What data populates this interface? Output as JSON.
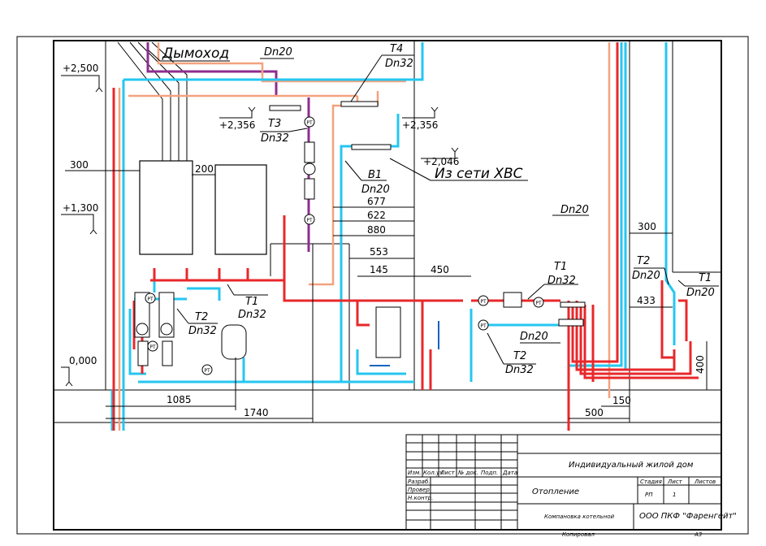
{
  "colors": {
    "supply": "#e8282b",
    "return": "#26c6f0",
    "supply_dhw": "#f3a27e",
    "chimney": "#8e2d90",
    "dark_blue": "#1565c0"
  },
  "labels": {
    "chimney": "Дымоход",
    "dn20_top": "Dn20",
    "t4": "T4",
    "t4_dn": "Dn32",
    "t3": "T3",
    "t3_dn": "Dn32",
    "b1": "B1",
    "b1_dn": "Dn20",
    "cold_water": "Из сети ХВС",
    "dn20_right": "Dn20",
    "t1_main": "T1",
    "t1_main_dn": "Dn32",
    "t2_manifold": "T2",
    "t2_manifold_dn": "Dn32",
    "dn20_manifold": "Dn20",
    "t1_left": "T1",
    "t1_left_dn": "Dn32",
    "t2_left": "T2",
    "t2_left_dn": "Dn32",
    "t2_right": "T2",
    "t2_right_dn": "Dn20",
    "t1_right": "T1",
    "t1_right_dn": "Dn20",
    "pt": "PT"
  },
  "levels": {
    "l2500": "+2,500",
    "l1300": "+1,300",
    "l0000": "0,000",
    "l2356a": "+2,356",
    "l2356b": "+2,356",
    "l2046": "+2,046"
  },
  "dimensions": {
    "d300_left": "300",
    "d200": "200",
    "d677": "677",
    "d622": "622",
    "d880": "880",
    "d553": "553",
    "d145": "145",
    "d450": "450",
    "d300_right": "300",
    "d433": "433",
    "d400": "400",
    "d150": "150",
    "d500": "500",
    "d1085": "1085",
    "d1740": "1740"
  },
  "title_block": {
    "project": "Индивидуальный жилой дом",
    "columns": [
      "Изм.",
      "Кол.уч",
      "Лист",
      "№ док.",
      "Подп.",
      "Дата"
    ],
    "roles": [
      "Разраб.",
      "Провер.",
      "Н.контр."
    ],
    "stage_header": "Стадия",
    "sheet_header": "Лист",
    "sheets_header": "Листов",
    "section": "Отопление",
    "stage": "РП",
    "sheet": "1",
    "sheets": "",
    "drawing": "Компановка котельной",
    "company": "ООО ПКФ \"Фаренгейт\"",
    "copied": "Копировал",
    "format": "А3"
  }
}
